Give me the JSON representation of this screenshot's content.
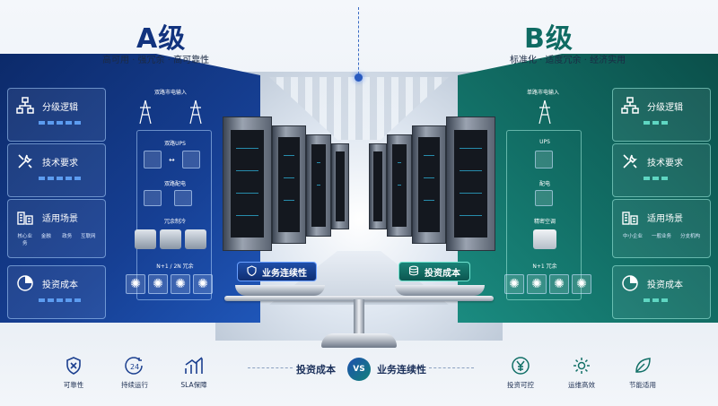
{
  "a": {
    "title": "A级",
    "subtitle": "高可用 · 强冗余 · 高可靠性",
    "cards": [
      {
        "label": "分级逻辑",
        "icon": "hierarchy-icon"
      },
      {
        "label": "技术要求",
        "icon": "tools-icon"
      },
      {
        "label": "适用场景",
        "icon": "buildings-icon",
        "tags": [
          "核心业务",
          "金融",
          "政务",
          "互联网"
        ]
      },
      {
        "label": "投资成本",
        "icon": "pie-chart-icon"
      }
    ],
    "flow": {
      "input": "双路市电输入",
      "ups": "双路UPS",
      "pdu": "双路配电",
      "cooling": "冗余制冷",
      "fans": "N+1 / 2N 冗余"
    },
    "badge": "业务连续性",
    "color": "#163f93"
  },
  "b": {
    "title": "B级",
    "subtitle": "标准化 · 适度冗余 · 经济实用",
    "cards": [
      {
        "label": "分级逻辑",
        "icon": "hierarchy-icon"
      },
      {
        "label": "技术要求",
        "icon": "tools-icon"
      },
      {
        "label": "适用场景",
        "icon": "buildings-icon",
        "tags": [
          "中小企业",
          "一般业务",
          "分支机构"
        ]
      },
      {
        "label": "投资成本",
        "icon": "pie-chart-icon"
      }
    ],
    "flow": {
      "input": "单路市电输入",
      "ups": "UPS",
      "pdu": "配电",
      "cooling": "精密空调",
      "fans": "N+1 冗余"
    },
    "badge": "投资成本",
    "color": "#126f66"
  },
  "bottom": {
    "left": [
      {
        "label": "可靠性",
        "icon": "shield-x-icon"
      },
      {
        "label": "持续运行",
        "icon": "clock-24-icon"
      },
      {
        "label": "SLA保障",
        "icon": "bar-growth-icon"
      }
    ],
    "compare_left": "投资成本",
    "vs": "VS",
    "compare_right": "业务连续性",
    "right": [
      {
        "label": "投资可控",
        "icon": "yen-icon"
      },
      {
        "label": "运维高效",
        "icon": "gear-icon"
      },
      {
        "label": "节能适用",
        "icon": "leaf-icon"
      }
    ]
  }
}
